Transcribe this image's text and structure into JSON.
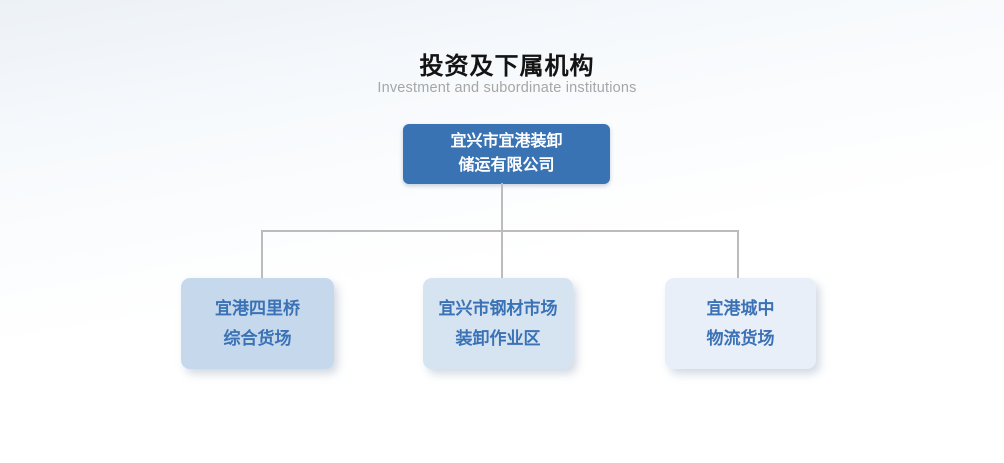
{
  "page": {
    "title": "投资及下属机构",
    "subtitle": "Investment and subordinate institutions"
  },
  "org_chart": {
    "type": "org-tree",
    "root": {
      "label_line1": "宜兴市宜港装卸",
      "label_line2": "储运有限公司"
    },
    "children": [
      {
        "label_line1": "宜港四里桥",
        "label_line2": "综合货场"
      },
      {
        "label_line1": "宜兴市钢材市场",
        "label_line2": "装卸作业区"
      },
      {
        "label_line1": "宜港城中",
        "label_line2": "物流货场"
      }
    ]
  },
  "colors": {
    "root_box_bg": "#3a73b4",
    "root_box_text": "#ffffff",
    "child_box_text": "#3a72b5",
    "child_box_bg_left": "#c5d8ec",
    "child_box_bg_center": "#d6e3f1",
    "child_box_bg_right": "#e9eff8",
    "connector_line": "#bcbcbc",
    "title_text": "#141414",
    "subtitle_text": "#a6a6a6"
  }
}
